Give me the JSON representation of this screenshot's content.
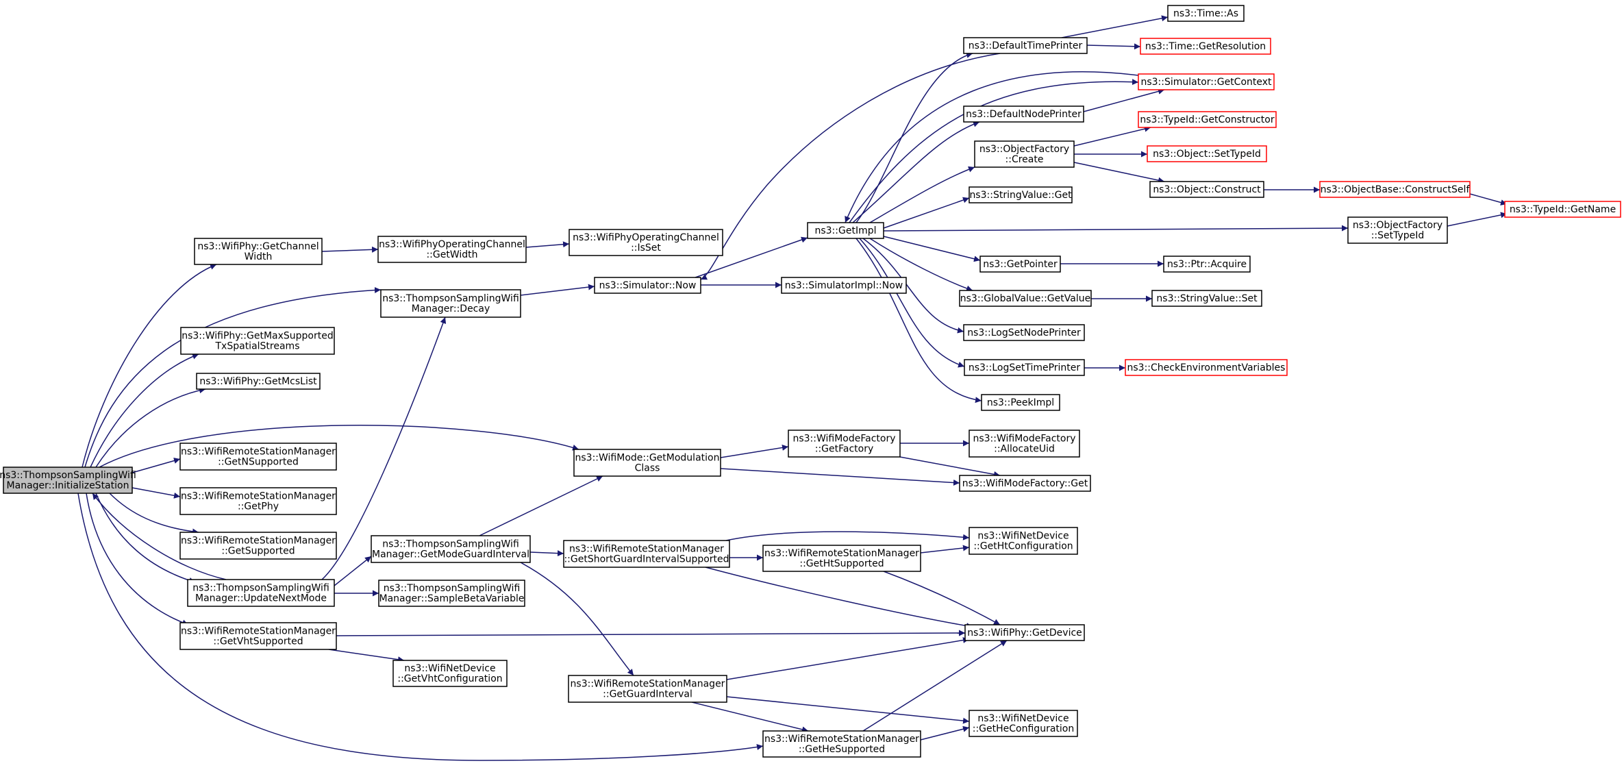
{
  "diagram": {
    "nodes": [
      {
        "id": "InitializeStation",
        "lines": [
          "ns3::ThompsonSamplingWifi",
          "Manager::InitializeStation"
        ],
        "style": "root"
      },
      {
        "id": "GetChannelWidth",
        "lines": [
          "ns3::WifiPhy::GetChannel",
          "Width"
        ],
        "style": "normal"
      },
      {
        "id": "OCGetWidth",
        "lines": [
          "ns3::WifiPhyOperatingChannel",
          "::GetWidth"
        ],
        "style": "normal"
      },
      {
        "id": "OCIsSet",
        "lines": [
          "ns3::WifiPhyOperatingChannel",
          "::IsSet"
        ],
        "style": "normal"
      },
      {
        "id": "Decay",
        "lines": [
          "ns3::ThompsonSamplingWifi",
          "Manager::Decay"
        ],
        "style": "normal"
      },
      {
        "id": "SimNow",
        "lines": [
          "ns3::Simulator::Now"
        ],
        "style": "normal"
      },
      {
        "id": "SimImplNow",
        "lines": [
          "ns3::SimulatorImpl::Now"
        ],
        "style": "normal"
      },
      {
        "id": "GetImpl",
        "lines": [
          "ns3::GetImpl"
        ],
        "style": "normal"
      },
      {
        "id": "DefaultTimePrinter",
        "lines": [
          "ns3::DefaultTimePrinter"
        ],
        "style": "normal"
      },
      {
        "id": "TimeAs",
        "lines": [
          "ns3::Time::As"
        ],
        "style": "normal"
      },
      {
        "id": "TimeGetResolution",
        "lines": [
          "ns3::Time::GetResolution"
        ],
        "style": "ext"
      },
      {
        "id": "SimGetContext",
        "lines": [
          "ns3::Simulator::GetContext"
        ],
        "style": "ext"
      },
      {
        "id": "DefaultNodePrinter",
        "lines": [
          "ns3::DefaultNodePrinter"
        ],
        "style": "normal"
      },
      {
        "id": "OFCreate",
        "lines": [
          "ns3::ObjectFactory",
          "::Create"
        ],
        "style": "normal"
      },
      {
        "id": "TypeIdGetConstructor",
        "lines": [
          "ns3::TypeId::GetConstructor"
        ],
        "style": "ext"
      },
      {
        "id": "ObjectSetTypeId",
        "lines": [
          "ns3::Object::SetTypeId"
        ],
        "style": "ext"
      },
      {
        "id": "ObjectConstruct",
        "lines": [
          "ns3::Object::Construct"
        ],
        "style": "normal"
      },
      {
        "id": "ObjectBaseConstructSelf",
        "lines": [
          "ns3::ObjectBase::ConstructSelf"
        ],
        "style": "ext"
      },
      {
        "id": "TypeIdGetName",
        "lines": [
          "ns3::TypeId::GetName"
        ],
        "style": "ext"
      },
      {
        "id": "OFSetTypeId",
        "lines": [
          "ns3::ObjectFactory",
          "::SetTypeId"
        ],
        "style": "normal"
      },
      {
        "id": "StringValueGet",
        "lines": [
          "ns3::StringValue::Get"
        ],
        "style": "normal"
      },
      {
        "id": "GetPointer",
        "lines": [
          "ns3::GetPointer"
        ],
        "style": "normal"
      },
      {
        "id": "PtrAcquire",
        "lines": [
          "ns3::Ptr::Acquire"
        ],
        "style": "normal"
      },
      {
        "id": "GlobalValueGetValue",
        "lines": [
          "ns3::GlobalValue::GetValue"
        ],
        "style": "normal"
      },
      {
        "id": "StringValueSet",
        "lines": [
          "ns3::StringValue::Set"
        ],
        "style": "normal"
      },
      {
        "id": "LogSetNodePrinter",
        "lines": [
          "ns3::LogSetNodePrinter"
        ],
        "style": "normal"
      },
      {
        "id": "LogSetTimePrinter",
        "lines": [
          "ns3::LogSetTimePrinter"
        ],
        "style": "normal"
      },
      {
        "id": "CheckEnvVars",
        "lines": [
          "ns3::CheckEnvironmentVariables"
        ],
        "style": "ext"
      },
      {
        "id": "PeekImpl",
        "lines": [
          "ns3::PeekImpl"
        ],
        "style": "normal"
      },
      {
        "id": "GetMaxSupportedTx",
        "lines": [
          "ns3::WifiPhy::GetMaxSupported",
          "TxSpatialStreams"
        ],
        "style": "normal"
      },
      {
        "id": "GetMcsList",
        "lines": [
          "ns3::WifiPhy::GetMcsList"
        ],
        "style": "normal"
      },
      {
        "id": "GetModulationClass",
        "lines": [
          "ns3::WifiMode::GetModulation",
          "Class"
        ],
        "style": "normal"
      },
      {
        "id": "WMFGetFactory",
        "lines": [
          "ns3::WifiModeFactory",
          "::GetFactory"
        ],
        "style": "normal"
      },
      {
        "id": "WMFAllocateUid",
        "lines": [
          "ns3::WifiModeFactory",
          "::AllocateUid"
        ],
        "style": "normal"
      },
      {
        "id": "WMFGet",
        "lines": [
          "ns3::WifiModeFactory::Get"
        ],
        "style": "normal"
      },
      {
        "id": "GetNSupported",
        "lines": [
          "ns3::WifiRemoteStationManager",
          "::GetNSupported"
        ],
        "style": "normal"
      },
      {
        "id": "GetPhy",
        "lines": [
          "ns3::WifiRemoteStationManager",
          "::GetPhy"
        ],
        "style": "normal"
      },
      {
        "id": "GetSupported",
        "lines": [
          "ns3::WifiRemoteStationManager",
          "::GetSupported"
        ],
        "style": "normal"
      },
      {
        "id": "GetModeGuardInterval",
        "lines": [
          "ns3::ThompsonSamplingWifi",
          "Manager::GetModeGuardInterval"
        ],
        "style": "normal"
      },
      {
        "id": "GetShortGISupported",
        "lines": [
          "ns3::WifiRemoteStationManager",
          "::GetShortGuardIntervalSupported"
        ],
        "style": "normal"
      },
      {
        "id": "GetHtSupported",
        "lines": [
          "ns3::WifiRemoteStationManager",
          "::GetHtSupported"
        ],
        "style": "normal"
      },
      {
        "id": "GetHtConfiguration",
        "lines": [
          "ns3::WifiNetDevice",
          "::GetHtConfiguration"
        ],
        "style": "normal"
      },
      {
        "id": "UpdateNextMode",
        "lines": [
          "ns3::ThompsonSamplingWifi",
          "Manager::UpdateNextMode"
        ],
        "style": "normal"
      },
      {
        "id": "SampleBetaVariable",
        "lines": [
          "ns3::ThompsonSamplingWifi",
          "Manager::SampleBetaVariable"
        ],
        "style": "normal"
      },
      {
        "id": "GetVhtSupported",
        "lines": [
          "ns3::WifiRemoteStationManager",
          "::GetVhtSupported"
        ],
        "style": "normal"
      },
      {
        "id": "WifiPhyGetDevice",
        "lines": [
          "ns3::WifiPhy::GetDevice"
        ],
        "style": "normal"
      },
      {
        "id": "GetVhtConfiguration",
        "lines": [
          "ns3::WifiNetDevice",
          "::GetVhtConfiguration"
        ],
        "style": "normal"
      },
      {
        "id": "GetGuardInterval",
        "lines": [
          "ns3::WifiRemoteStationManager",
          "::GetGuardInterval"
        ],
        "style": "normal"
      },
      {
        "id": "GetHeConfiguration",
        "lines": [
          "ns3::WifiNetDevice",
          "::GetHeConfiguration"
        ],
        "style": "normal"
      },
      {
        "id": "GetHeSupported",
        "lines": [
          "ns3::WifiRemoteStationManager",
          "::GetHeSupported"
        ],
        "style": "normal"
      }
    ],
    "edges": [
      [
        "InitializeStation",
        "GetChannelWidth"
      ],
      [
        "InitializeStation",
        "Decay"
      ],
      [
        "InitializeStation",
        "GetMaxSupportedTx"
      ],
      [
        "InitializeStation",
        "GetMcsList"
      ],
      [
        "InitializeStation",
        "GetModulationClass"
      ],
      [
        "InitializeStation",
        "GetNSupported"
      ],
      [
        "InitializeStation",
        "GetPhy"
      ],
      [
        "InitializeStation",
        "GetSupported"
      ],
      [
        "InitializeStation",
        "UpdateNextMode"
      ],
      [
        "InitializeStation",
        "GetVhtSupported"
      ],
      [
        "InitializeStation",
        "GetHeSupported"
      ],
      [
        "UpdateNextMode",
        "InitializeStation"
      ],
      [
        "UpdateNextMode",
        "Decay"
      ],
      [
        "UpdateNextMode",
        "GetModeGuardInterval"
      ],
      [
        "UpdateNextMode",
        "SampleBetaVariable"
      ],
      [
        "GetChannelWidth",
        "OCGetWidth"
      ],
      [
        "OCGetWidth",
        "OCIsSet"
      ],
      [
        "Decay",
        "SimNow"
      ],
      [
        "SimNow",
        "GetImpl"
      ],
      [
        "SimNow",
        "SimImplNow"
      ],
      [
        "GetImpl",
        "DefaultTimePrinter"
      ],
      [
        "GetImpl",
        "SimGetContext"
      ],
      [
        "GetImpl",
        "DefaultNodePrinter"
      ],
      [
        "GetImpl",
        "OFCreate"
      ],
      [
        "GetImpl",
        "StringValueGet"
      ],
      [
        "GetImpl",
        "OFSetTypeId"
      ],
      [
        "GetImpl",
        "GetPointer"
      ],
      [
        "GetImpl",
        "GlobalValueGetValue"
      ],
      [
        "GetImpl",
        "LogSetNodePrinter"
      ],
      [
        "GetImpl",
        "LogSetTimePrinter"
      ],
      [
        "GetImpl",
        "PeekImpl"
      ],
      [
        "DefaultTimePrinter",
        "TimeAs"
      ],
      [
        "DefaultTimePrinter",
        "TimeGetResolution"
      ],
      [
        "DefaultTimePrinter",
        "SimNow"
      ],
      [
        "SimGetContext",
        "GetImpl"
      ],
      [
        "DefaultNodePrinter",
        "SimGetContext"
      ],
      [
        "OFCreate",
        "TypeIdGetConstructor"
      ],
      [
        "OFCreate",
        "ObjectSetTypeId"
      ],
      [
        "OFCreate",
        "ObjectConstruct"
      ],
      [
        "ObjectConstruct",
        "ObjectBaseConstructSelf"
      ],
      [
        "ObjectBaseConstructSelf",
        "TypeIdGetName"
      ],
      [
        "OFSetTypeId",
        "TypeIdGetName"
      ],
      [
        "GetPointer",
        "PtrAcquire"
      ],
      [
        "GlobalValueGetValue",
        "StringValueSet"
      ],
      [
        "LogSetTimePrinter",
        "CheckEnvVars"
      ],
      [
        "GetModulationClass",
        "WMFGetFactory"
      ],
      [
        "GetModulationClass",
        "WMFGet"
      ],
      [
        "WMFGetFactory",
        "WMFAllocateUid"
      ],
      [
        "WMFGetFactory",
        "WMFGet"
      ],
      [
        "GetModeGuardInterval",
        "GetModulationClass"
      ],
      [
        "GetModeGuardInterval",
        "GetShortGISupported"
      ],
      [
        "GetModeGuardInterval",
        "GetGuardInterval"
      ],
      [
        "GetShortGISupported",
        "GetHtSupported"
      ],
      [
        "GetShortGISupported",
        "GetHtConfiguration"
      ],
      [
        "GetShortGISupported",
        "WifiPhyGetDevice"
      ],
      [
        "GetHtSupported",
        "GetHtConfiguration"
      ],
      [
        "GetHtSupported",
        "WifiPhyGetDevice"
      ],
      [
        "GetVhtSupported",
        "WifiPhyGetDevice"
      ],
      [
        "GetVhtSupported",
        "GetVhtConfiguration"
      ],
      [
        "GetGuardInterval",
        "WifiPhyGetDevice"
      ],
      [
        "GetGuardInterval",
        "GetHeConfiguration"
      ],
      [
        "GetGuardInterval",
        "GetHeSupported"
      ],
      [
        "GetHeSupported",
        "WifiPhyGetDevice"
      ],
      [
        "GetHeSupported",
        "GetHeConfiguration"
      ]
    ]
  }
}
